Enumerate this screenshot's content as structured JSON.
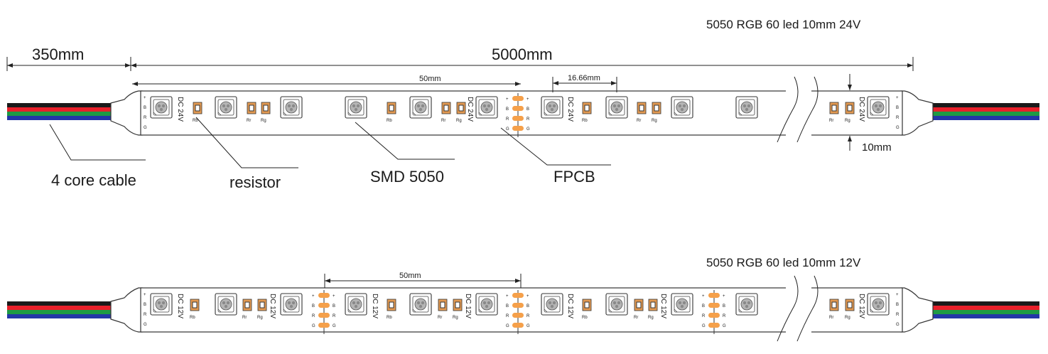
{
  "strips": [
    {
      "spec": "5050 RGB  60 led 10mm 24V",
      "cable_length": "350mm",
      "strip_length": "5000mm",
      "pitch_label": "16.66mm",
      "segment_label": "50mm",
      "width_label": "10mm",
      "voltage_label": "DC 24V",
      "callouts": {
        "cable": "4 core cable",
        "resistor": "resistor",
        "led": "SMD 5050",
        "pcb": "FPCB"
      }
    },
    {
      "spec": "5050 RGB  60 led 10mm 12V",
      "segment_label": "50mm",
      "voltage_label": "DC 12V"
    }
  ],
  "pad_labels": [
    "+",
    "B",
    "R",
    "G"
  ],
  "resistor_labels": {
    "rb": "Rb",
    "rr": "Rr",
    "rg": "Rg"
  },
  "colors": {
    "wire_black": "#1a1a1a",
    "wire_red": "#e8202a",
    "wire_green": "#1e9a45",
    "wire_blue": "#2336a8",
    "pad_orange": "#f5a04a",
    "resistor_copper": "#e39a52",
    "led_die": "#b5b5b5"
  }
}
